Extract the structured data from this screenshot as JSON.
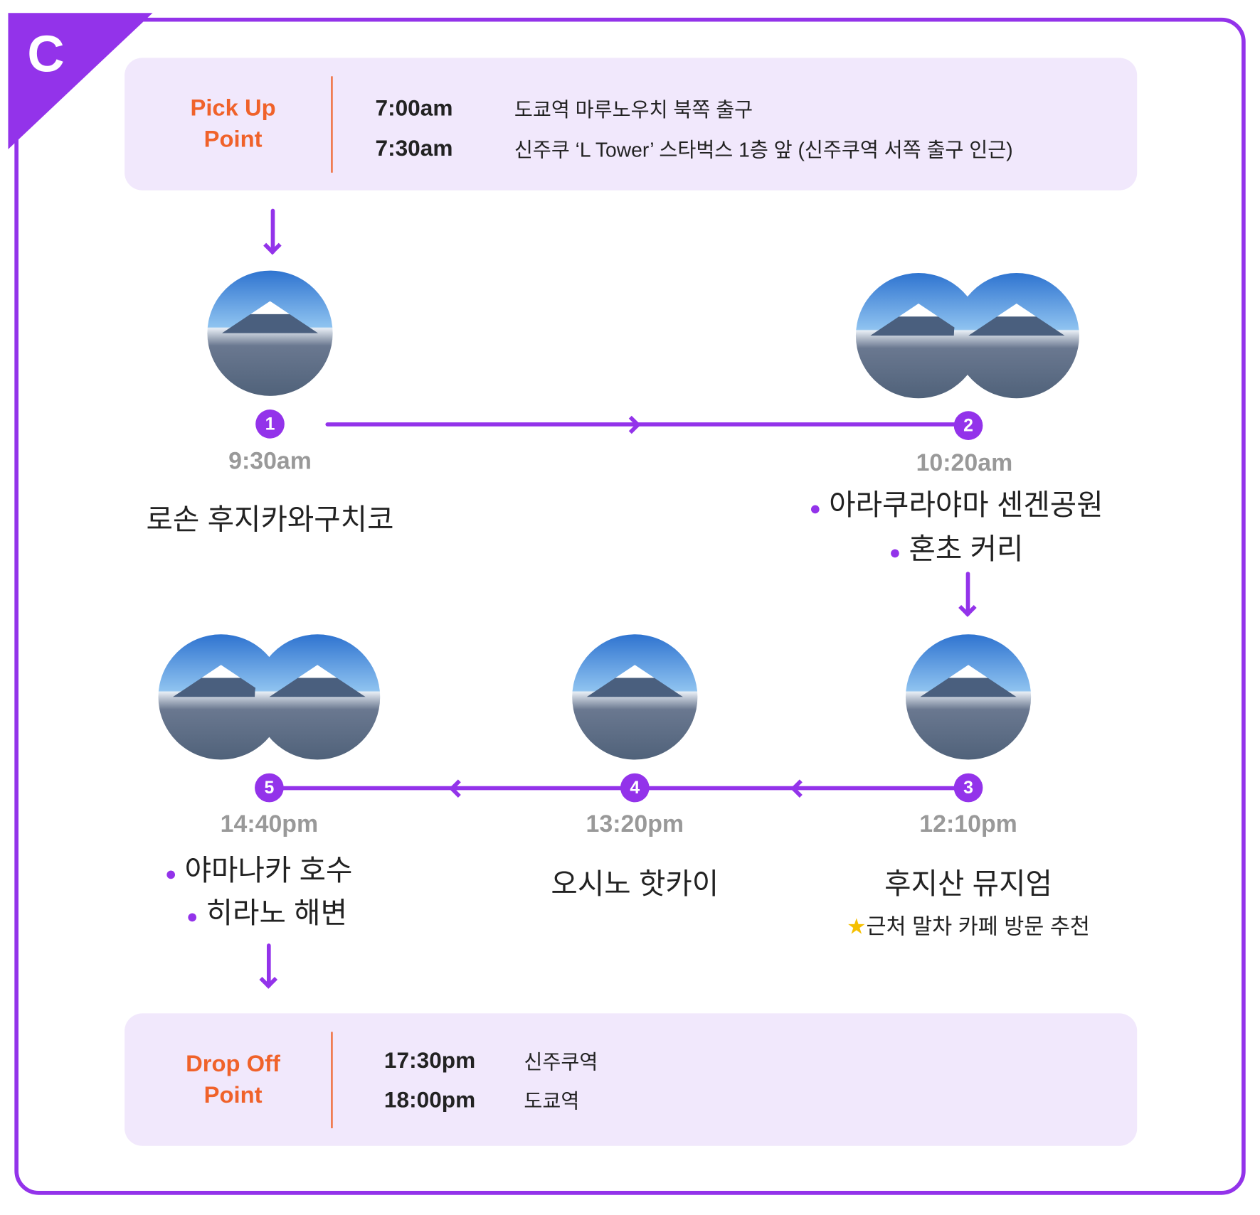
{
  "badge_letter": "C",
  "pickup": {
    "label_line1": "Pick Up",
    "label_line2": "Point",
    "rows": [
      {
        "time": "7:00am",
        "place": "도쿄역 마루노우치 북쪽 출구"
      },
      {
        "time": "7:30am",
        "place": "신주쿠 ‘L Tower’ 스타벅스 1층 앞 (신주쿠역 서쪽 출구 인근)"
      }
    ]
  },
  "stops": [
    {
      "num": "1",
      "time": "9:30am",
      "name": "로손 후지카와구치코"
    },
    {
      "num": "2",
      "time": "10:20am",
      "items": [
        "아라쿠라야마 센겐공원",
        "혼초 커리"
      ]
    },
    {
      "num": "3",
      "time": "12:10pm",
      "name": "후지산 뮤지엄",
      "note_icon": "★",
      "note": "근처 말차 카페 방문 추천"
    },
    {
      "num": "4",
      "time": "13:20pm",
      "name": "오시노 핫카이"
    },
    {
      "num": "5",
      "time": "14:40pm",
      "items": [
        "야마나카 호수",
        "히라노 해변"
      ]
    }
  ],
  "dropoff": {
    "label_line1": "Drop Off",
    "label_line2": "Point",
    "rows": [
      {
        "time": "17:30pm",
        "place": "신주쿠역"
      },
      {
        "time": "18:00pm",
        "place": "도쿄역"
      }
    ]
  },
  "colors": {
    "accent": "#9333ea",
    "label": "#f0622a",
    "box": "#f1e8fc",
    "time": "#999999"
  }
}
